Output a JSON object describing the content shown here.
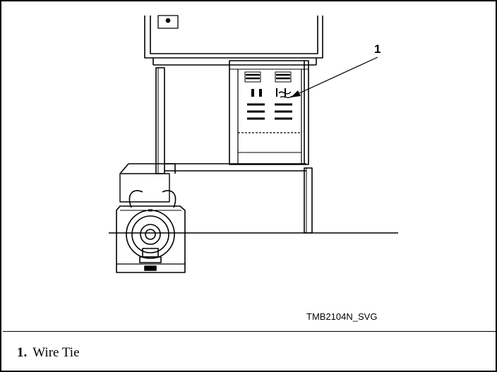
{
  "figure": {
    "callout": "1",
    "figure_id": "TMB2104N_SVG"
  },
  "legend": {
    "items": [
      {
        "number": "1.",
        "label": "Wire Tie"
      }
    ]
  }
}
